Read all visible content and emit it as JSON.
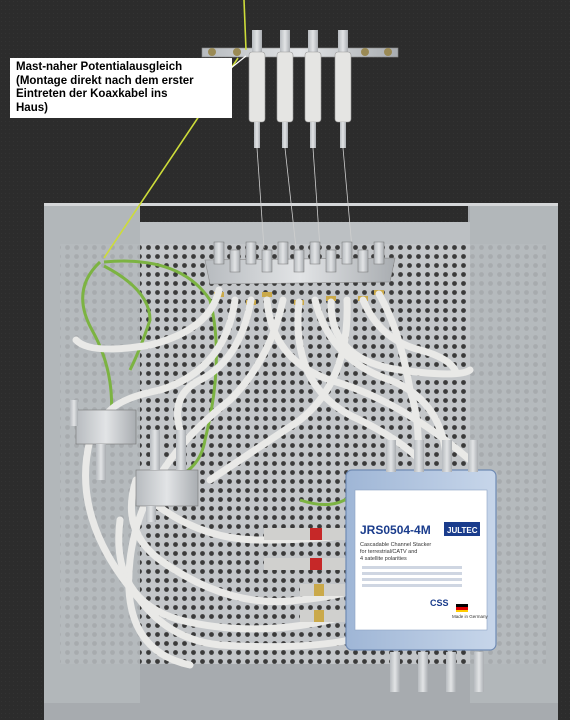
{
  "image": {
    "description_free": true,
    "callout": {
      "line1": "Mast-naher Potentialausgleich",
      "line2": "(Montage direkt nach dem erster",
      "line3": "Eintreten der Koaxkabel ins",
      "line4": "Haus)"
    },
    "switch_label": {
      "model": "JRS0504-4M",
      "brand": "JULTEC",
      "desc1": "Cascadable Channel Stacker",
      "desc2": "for terrestrial/CATV and",
      "desc3": "4 satellite polarities",
      "made": "Made in Germany",
      "cert": "CSS"
    },
    "colors": {
      "background": "#2b2b2b",
      "plate": "#b9bcbf",
      "cable": "#e8e8e6",
      "ground_wire": "#7cb342",
      "accent_blue": "#1a3c8c"
    }
  }
}
